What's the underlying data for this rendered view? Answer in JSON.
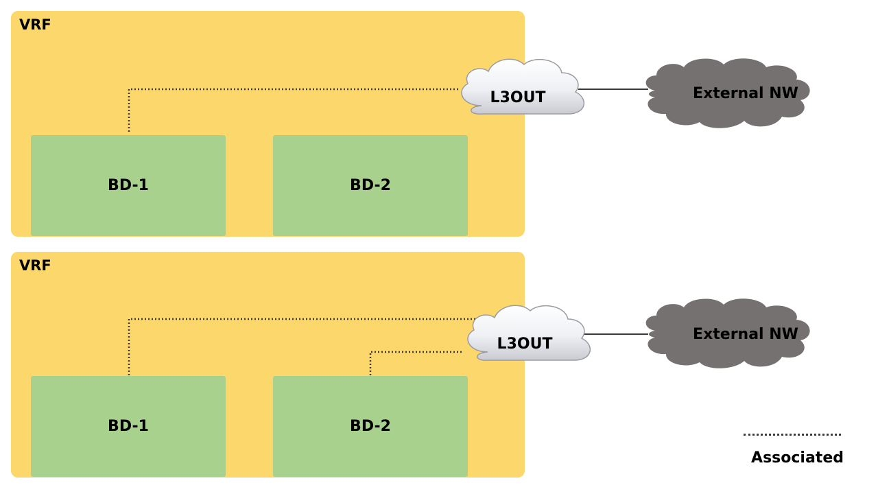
{
  "diagrams": [
    {
      "vrf_label": "VRF",
      "bd1_label": "BD-1",
      "bd2_label": "BD-2",
      "l3out_label": "L3OUT",
      "external_label": "External NW"
    },
    {
      "vrf_label": "VRF",
      "bd1_label": "BD-1",
      "bd2_label": "BD-2",
      "l3out_label": "L3OUT",
      "external_label": "External NW"
    }
  ],
  "legend": {
    "associated_label": "Associated"
  },
  "colors": {
    "vrf": "#fcd76b",
    "bd": "#a9d18e",
    "l3out_cloud": "#e8e8ec",
    "external_cloud": "#767171",
    "line": "#3a3a3a"
  }
}
